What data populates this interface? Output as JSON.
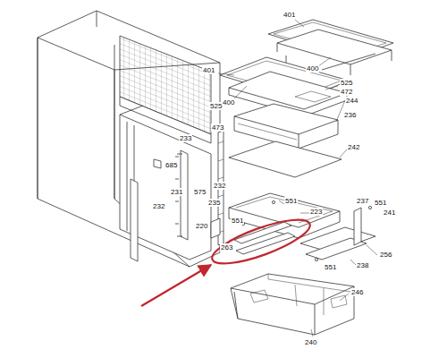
{
  "diagram": {
    "labels": [
      "401",
      "401",
      "400",
      "525",
      "400",
      "525",
      "472",
      "473",
      "244",
      "236",
      "242",
      "233",
      "685",
      "231",
      "575",
      "232",
      "232",
      "235",
      "551",
      "223",
      "237",
      "551",
      "241",
      "551",
      "220",
      "263",
      "256",
      "238",
      "551",
      "246",
      "240"
    ]
  }
}
